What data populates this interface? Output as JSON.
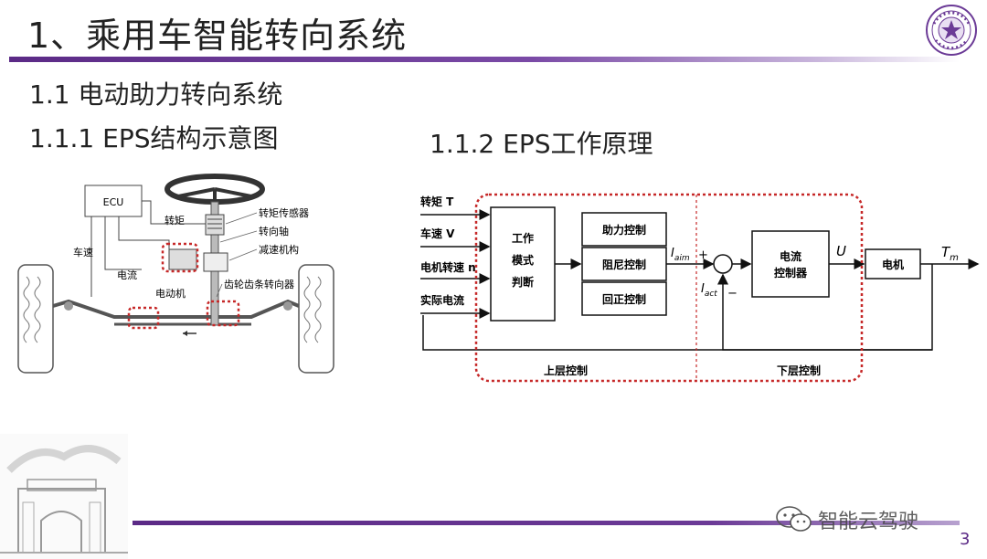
{
  "slide": {
    "title": "1、乘用车智能转向系统",
    "section": "1.1  电动助力转向系统",
    "sub_left": "1.1.1 EPS结构示意图",
    "sub_right": "1.1.2  EPS工作原理",
    "page_number": "3",
    "watermark": "智能云驾驶"
  },
  "structure_diagram": {
    "ecu": "ECU",
    "torque": "转矩",
    "torque_sensor": "转矩传感器",
    "steering_shaft": "转向轴",
    "reducer": "减速机构",
    "rack_gear": "齿轮齿条转向器",
    "motor": "电动机",
    "speed": "车速",
    "current": "电流"
  },
  "control_diagram": {
    "inputs": [
      "转矩 T",
      "车速 V",
      "电机转速 n",
      "实际电流"
    ],
    "mode_block": [
      "工作",
      "模式",
      "判断"
    ],
    "control_blocks": [
      "助力控制",
      "阻尼控制",
      "回正控制"
    ],
    "i_aim": "I",
    "i_aim_sub": "aim",
    "i_act": "I",
    "i_act_sub": "act",
    "plus": "+",
    "minus": "−",
    "current_controller": [
      "电流",
      "控制器"
    ],
    "u": "U",
    "motor": "电机",
    "tm": "T",
    "tm_sub": "m",
    "upper_label": "上层控制",
    "lower_label": "下层控制"
  }
}
